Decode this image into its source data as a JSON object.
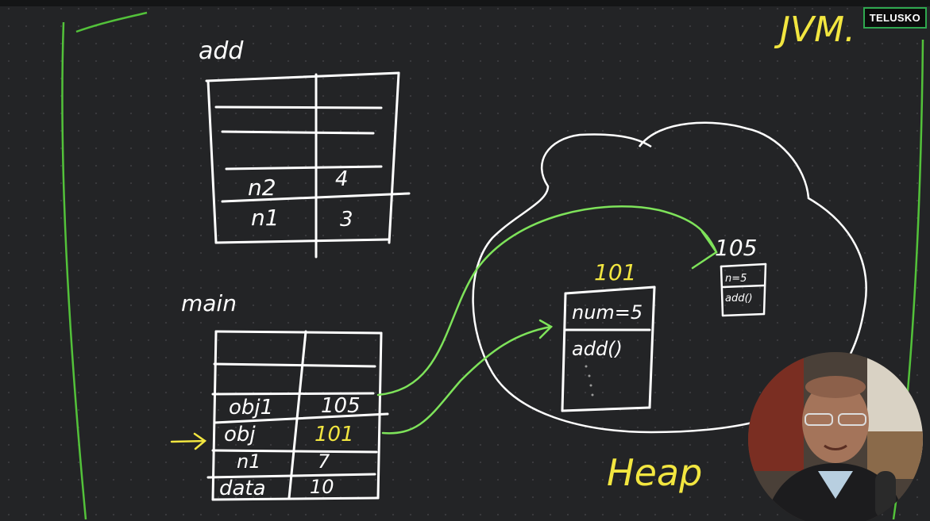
{
  "brand": {
    "label": "TELUSKO"
  },
  "titles": {
    "jvm": "JVM.",
    "heap": "Heap"
  },
  "add_frame": {
    "label": "add",
    "rows": [
      {
        "name": "n2",
        "value": "4"
      },
      {
        "name": "n1",
        "value": "3"
      }
    ]
  },
  "main_frame": {
    "label": "main",
    "rows": [
      {
        "name": "obj1",
        "value": "105"
      },
      {
        "name": "obj",
        "value": "101"
      },
      {
        "name": "n1",
        "value": "7"
      },
      {
        "name": "data",
        "value": "10"
      }
    ]
  },
  "heap_objects": {
    "obj101": {
      "address": "101",
      "fields": [
        "num=5",
        "add()"
      ]
    },
    "obj105": {
      "address": "105",
      "fields": [
        "n=5",
        "add()"
      ]
    }
  },
  "colors": {
    "chalk": "#ffffff",
    "highlight": "#f2e640",
    "reference": "#7ee35a",
    "border": "#53c23a",
    "background": "#232426"
  },
  "icons": {
    "pointer": "arrow-right-icon",
    "webcam": "presenter-webcam"
  }
}
